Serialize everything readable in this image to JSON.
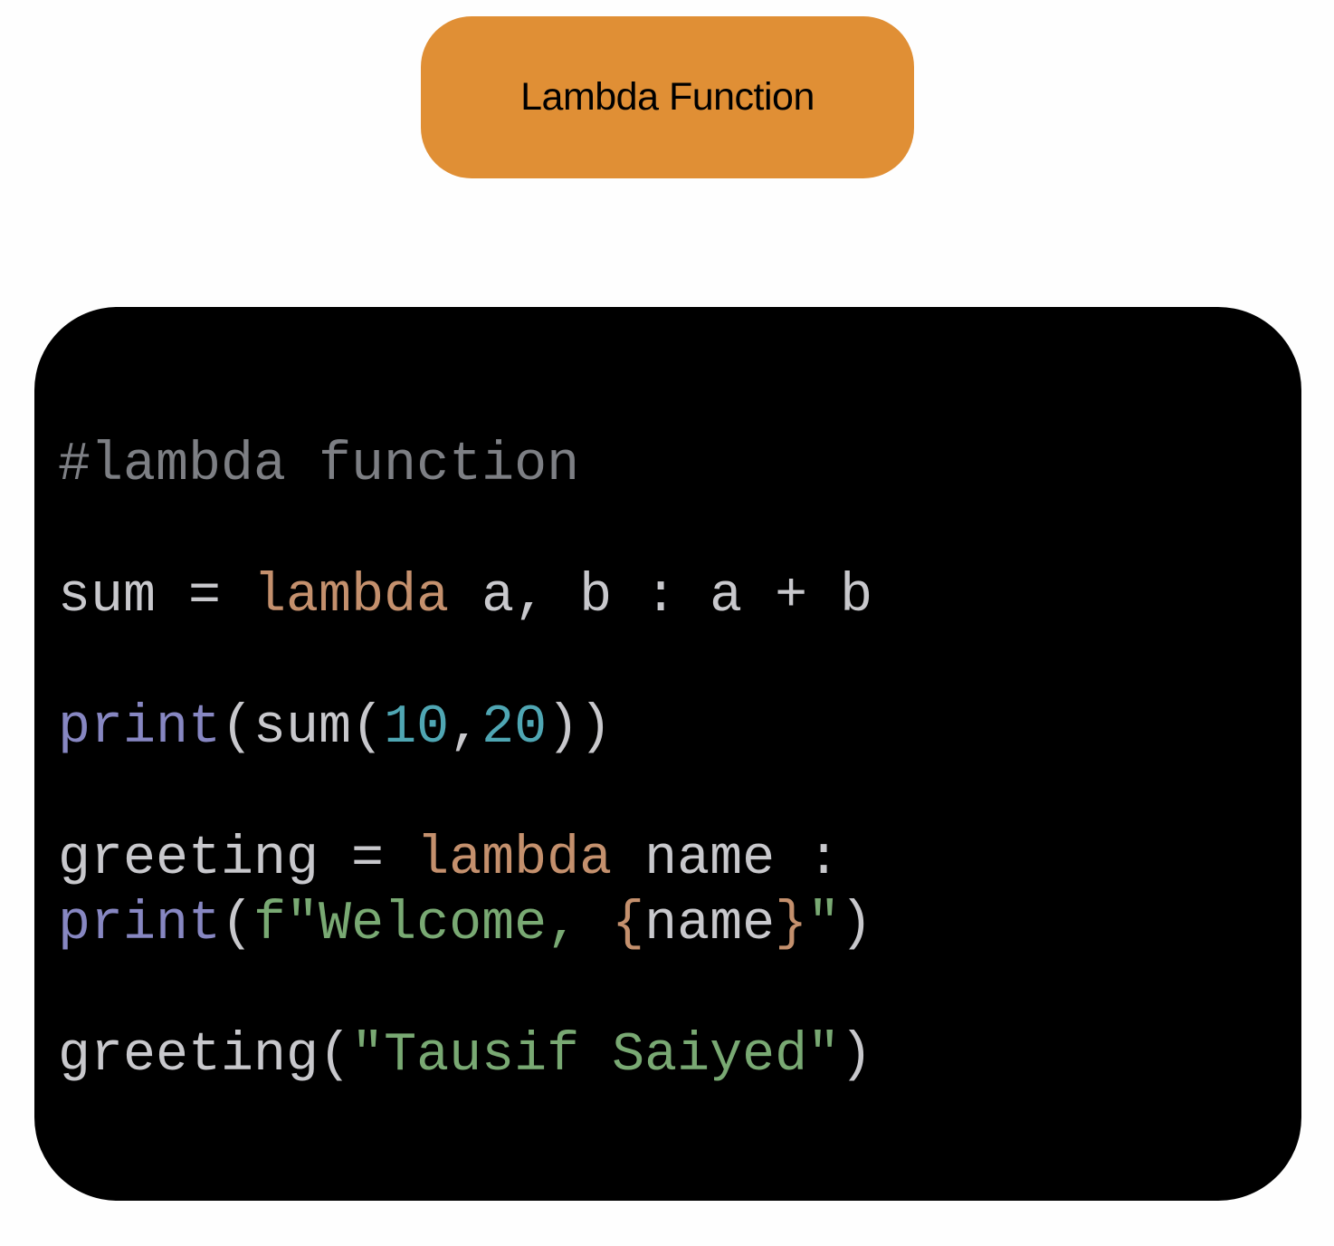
{
  "title": {
    "label": "Lambda Function",
    "background": "#e08f35"
  },
  "code_block": {
    "background": "#000000",
    "language": "python",
    "lines": {
      "l1": {
        "comment": "#lambda function"
      },
      "l2": {
        "var": "sum = ",
        "kw": "lambda",
        "rest": " a, b : a + b"
      },
      "l3": {
        "fn": "print",
        "p1": "(sum(",
        "n1": "10",
        "comma": ",",
        "n2": "20",
        "p2": "))"
      },
      "l4": {
        "var": "greeting = ",
        "kw": "lambda",
        "rest": " name :"
      },
      "l5": {
        "fn": "print",
        "p1": "(",
        "s1": "f\"Welcome, ",
        "b1": "{",
        "name": "name",
        "b2": "}",
        "s2": "\"",
        "p2": ")"
      },
      "l6": {
        "var": "greeting(",
        "s": "\"Tausif Saiyed\"",
        "p2": ")"
      }
    },
    "colors": {
      "comment": "#7d7f84",
      "keyword": "#c4906d",
      "builtin": "#8787c2",
      "number": "#4fa6b3",
      "string": "#79a973",
      "plain": "#c8c8cc"
    }
  }
}
